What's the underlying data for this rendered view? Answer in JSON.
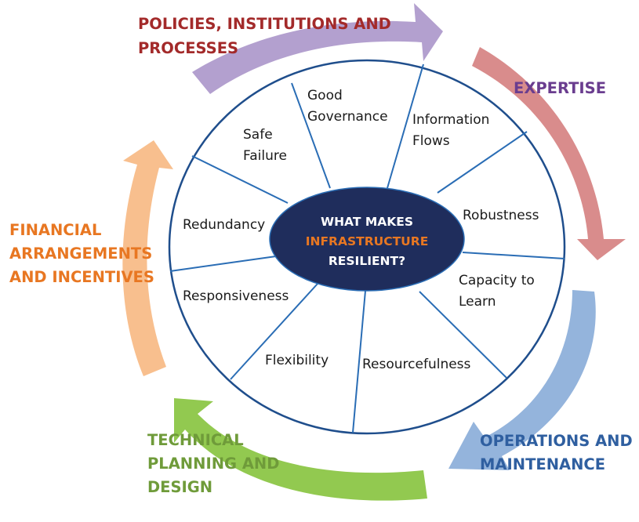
{
  "diagram": {
    "title_lines": [
      {
        "text": "WHAT MAKES",
        "color": "#ffffff"
      },
      {
        "text": "INFRASTRUCTURE",
        "color": "#e87722"
      },
      {
        "text": "RESILIENT?",
        "color": "#ffffff"
      }
    ],
    "colors": {
      "hub_fill": "#1f2d5c",
      "ring_stroke": "#1f4e8c",
      "spoke_stroke": "#2a6db5"
    },
    "segments": [
      {
        "lines": [
          "Good",
          "Governance"
        ]
      },
      {
        "lines": [
          "Information",
          "Flows"
        ]
      },
      {
        "lines": [
          "Robustness"
        ]
      },
      {
        "lines": [
          "Capacity to",
          "Learn"
        ]
      },
      {
        "lines": [
          "Resourcefulness"
        ]
      },
      {
        "lines": [
          "Flexibility"
        ]
      },
      {
        "lines": [
          "Responsiveness"
        ]
      },
      {
        "lines": [
          "Redundancy"
        ]
      },
      {
        "lines": [
          "Safe",
          "Failure"
        ]
      }
    ],
    "categories": [
      {
        "id": "policies",
        "lines": [
          "POLICIES, INSTITUTIONS AND",
          "PROCESSES"
        ],
        "text_color": "#a32a2a",
        "arrow_color": "#b3a0cf"
      },
      {
        "id": "expertise",
        "lines": [
          "EXPERTISE"
        ],
        "text_color": "#6a3d8f",
        "arrow_color": "#d98c8c"
      },
      {
        "id": "operations",
        "lines": [
          "OPERATIONS AND",
          "MAINTENANCE"
        ],
        "text_color": "#2f5fa0",
        "arrow_color": "#94b4dc"
      },
      {
        "id": "technical",
        "lines": [
          "TECHNICAL",
          "PLANNING AND",
          "DESIGN"
        ],
        "text_color": "#6f9b3a",
        "arrow_color": "#92c950"
      },
      {
        "id": "financial",
        "lines": [
          "FINANCIAL",
          "ARRANGEMENTS",
          "AND INCENTIVES"
        ],
        "text_color": "#e87722",
        "arrow_color": "#f8bf8e"
      }
    ]
  }
}
